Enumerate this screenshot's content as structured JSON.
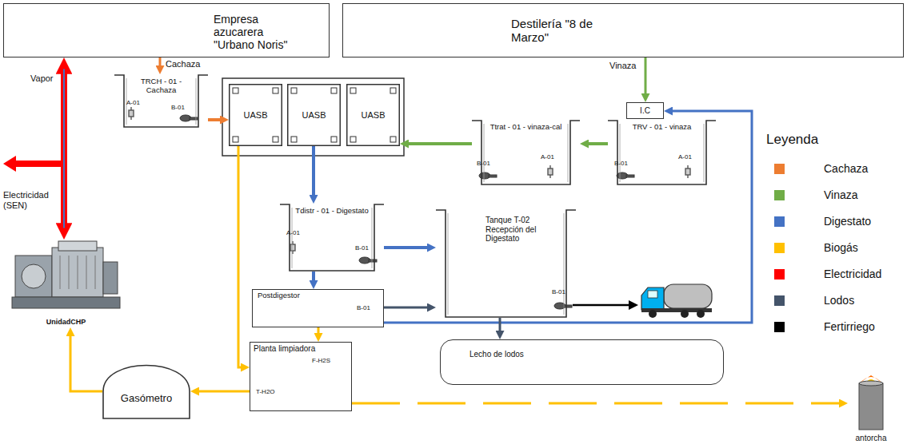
{
  "diagram": {
    "nodes": [
      {
        "text": [
          "Empresa azucarera \"Urbano Noris\""
        ]
      },
      {
        "text": [
          "Destilería \"8 de Marzo\""
        ]
      },
      {
        "text": [
          "TRCH - 01 - Cachaza"
        ]
      },
      {
        "text": [
          "UASB"
        ]
      },
      {
        "text": [
          "UASB"
        ]
      },
      {
        "text": [
          "UASB"
        ]
      },
      {
        "text": [
          "Ttrat - 01 - vinaza-cal"
        ]
      },
      {
        "text": [
          "I.C"
        ]
      },
      {
        "text": [
          "TRV - 01 - vinaza"
        ]
      },
      {
        "text": [
          "Tdistr - 01 - Digestato"
        ]
      },
      {
        "text": [
          "Postdigestor"
        ]
      },
      {
        "text": [
          "Tanque T-02 Recepción del Digestato"
        ]
      },
      {
        "text": [
          "Lecho de lodos"
        ]
      },
      {
        "text": [
          "Planta limpiadora"
        ]
      },
      {
        "text": [
          "Gasómetro"
        ]
      },
      {
        "text": [
          "UnidadCHP"
        ]
      },
      {
        "text": [
          "antorcha"
        ]
      }
    ],
    "edges": [
      {
        "from": 0,
        "to": 2,
        "arrow": "to",
        "label": "Cachaza"
      },
      {
        "from": 1,
        "to": 7,
        "arrow": "to",
        "label": "Vinaza"
      },
      {
        "from": 2,
        "to": 3,
        "arrow": "to"
      },
      {
        "from": 8,
        "to": 6,
        "arrow": "to"
      },
      {
        "from": 6,
        "to": 5,
        "arrow": "to"
      },
      {
        "from": 4,
        "to": 9,
        "arrow": "to"
      },
      {
        "from": 9,
        "to": 11,
        "arrow": "to"
      },
      {
        "from": 9,
        "to": 10,
        "arrow": "to"
      },
      {
        "from": 10,
        "to": 11,
        "arrow": "to"
      },
      {
        "from": 10,
        "to": 7,
        "arrow": "to"
      },
      {
        "from": 11,
        "to": 12,
        "arrow": "to"
      },
      {
        "from": 3,
        "to": 13,
        "arrow": "to"
      },
      {
        "from": 10,
        "to": 13,
        "arrow": "to"
      },
      {
        "from": 13,
        "to": 14,
        "arrow": "to"
      },
      {
        "from": 14,
        "to": 15,
        "arrow": "to"
      },
      {
        "from": 13,
        "to": 16,
        "arrow": "to"
      },
      {
        "from": 15,
        "to": 0,
        "arrow": "both"
      }
    ],
    "labels": [
      "Vapor",
      "Electricidad (SEN)",
      "Leyenda",
      "A-01",
      "B-01",
      "A-01",
      "B-01",
      "A-01",
      "B-01",
      "A-01",
      "B-01",
      "B-01",
      "B-01",
      "F-H2S",
      "T-H2O"
    ],
    "legend": [
      {
        "text": "Cachaza",
        "color": "#ed7d31"
      },
      {
        "text": "Vinaza",
        "color": "#70ad47"
      },
      {
        "text": "Digestato",
        "color": "#4472c4"
      },
      {
        "text": "Biogás",
        "color": "#ffc000"
      },
      {
        "text": "Electricidad",
        "color": "#ff0000"
      },
      {
        "text": "Lodos",
        "color": "#44546a"
      },
      {
        "text": "Fertirriego",
        "color": "#000000"
      }
    ]
  }
}
